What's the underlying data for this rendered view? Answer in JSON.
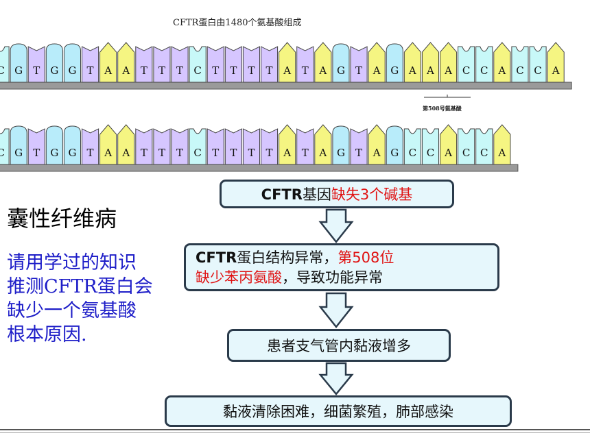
{
  "caption": "CFTR蛋白由1480个氨基酸组成",
  "strand_normal": [
    "C",
    "G",
    "T",
    "G",
    "G",
    "T",
    "A",
    "A",
    "T",
    "T",
    "T",
    "C",
    "T",
    "T",
    "T",
    "T",
    "A",
    "T",
    "A",
    "G",
    "T",
    "A",
    "G",
    "A",
    "A",
    "A",
    "C",
    "C",
    "A",
    "C",
    "C",
    "A"
  ],
  "strand_mutant": [
    "C",
    "G",
    "T",
    "G",
    "G",
    "T",
    "A",
    "A",
    "T",
    "T",
    "T",
    "C",
    "T",
    "T",
    "T",
    "T",
    "A",
    "T",
    "A",
    "G",
    "T",
    "A",
    "G",
    "C",
    "C",
    "A",
    "C",
    "C",
    "A"
  ],
  "marker_label": "第508号氨基酸",
  "disease_title": "囊性纤维病",
  "question_lines": [
    "请用学过的知识",
    "推测CFTR蛋白会",
    "缺少一个氨基酸",
    "根本原因."
  ],
  "flow": {
    "step1": {
      "prefix": "CFTR",
      "mid": "基因",
      "highlight": "缺失3个碱基"
    },
    "step2": {
      "prefix": "CFTR",
      "mid": "蛋白结构异常，",
      "highlight1": "第508位",
      "highlight2": "缺少苯丙氨酸",
      "suffix": "，导致功能异常"
    },
    "step3": "患者支气管内黏液增多",
    "step4": "黏液清除困难，细菌繁殖，肺部感染"
  },
  "colors": {
    "base_A": "#f5f582",
    "base_T": "#d6c6ff",
    "base_G": "#b8ecfa",
    "base_C": "#c8f8f8",
    "backbone": "#9a9a9a",
    "highlight_text": "#e01212",
    "question_text": "#1e1ec8",
    "box_fill": "#e6f7fc"
  }
}
